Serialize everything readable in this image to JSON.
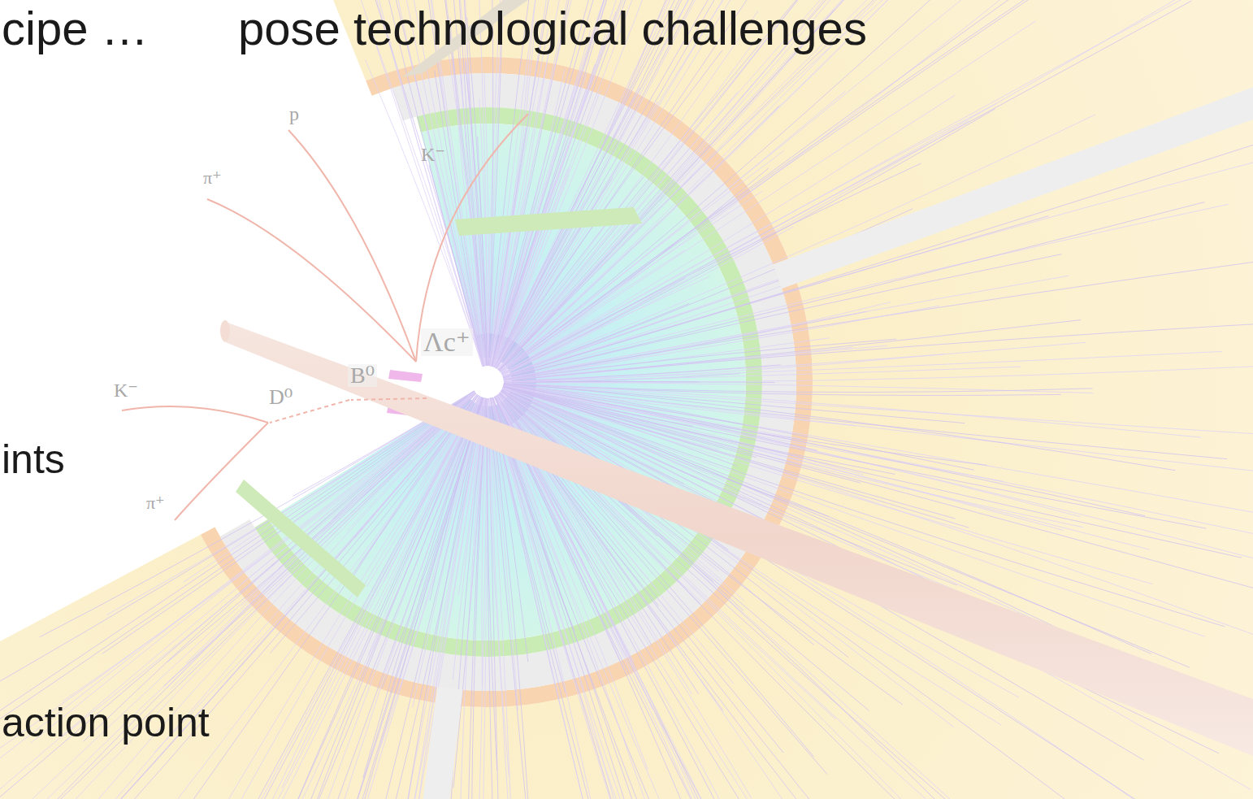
{
  "diagram": {
    "labels": [
      "cipe …",
      "pose technological challenges",
      "p",
      "π⁺",
      "K⁻",
      "Λc⁺",
      "K⁻",
      "B⁰",
      "D⁰",
      "π⁺",
      "ints",
      "action point"
    ]
  }
}
